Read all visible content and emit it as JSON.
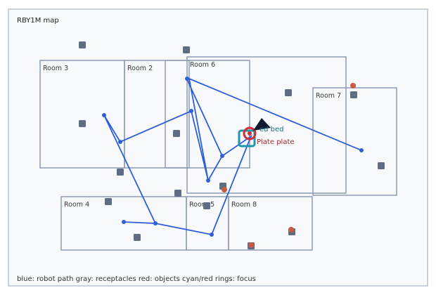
{
  "map": {
    "title": "RBY1M map",
    "legend": "blue: robot path  gray: receptacles  red: objects  cyan/red rings: focus",
    "colors": {
      "background": "#f7f9fb",
      "frame": "#b9c3d2",
      "room": "#8d9bb3",
      "path": "#2f5fd6",
      "receptacle": "#5f6d84",
      "object": "#cc5a43",
      "focus_receptacle": "#1f97aa",
      "focus_object": "#d02f3b"
    },
    "rooms": [
      {
        "id": "room3",
        "label": "Room 3"
      },
      {
        "id": "room2",
        "label": "Room 2"
      },
      {
        "id": "room6",
        "label": "Room 6"
      },
      {
        "id": "room7",
        "label": "Room 7"
      },
      {
        "id": "room4",
        "label": "Room 4"
      },
      {
        "id": "room5",
        "label": "Room 5"
      },
      {
        "id": "room8",
        "label": "Room 8"
      }
    ],
    "focus": {
      "receptacle_label": "ed bed",
      "object_label": "Plate plate"
    }
  }
}
